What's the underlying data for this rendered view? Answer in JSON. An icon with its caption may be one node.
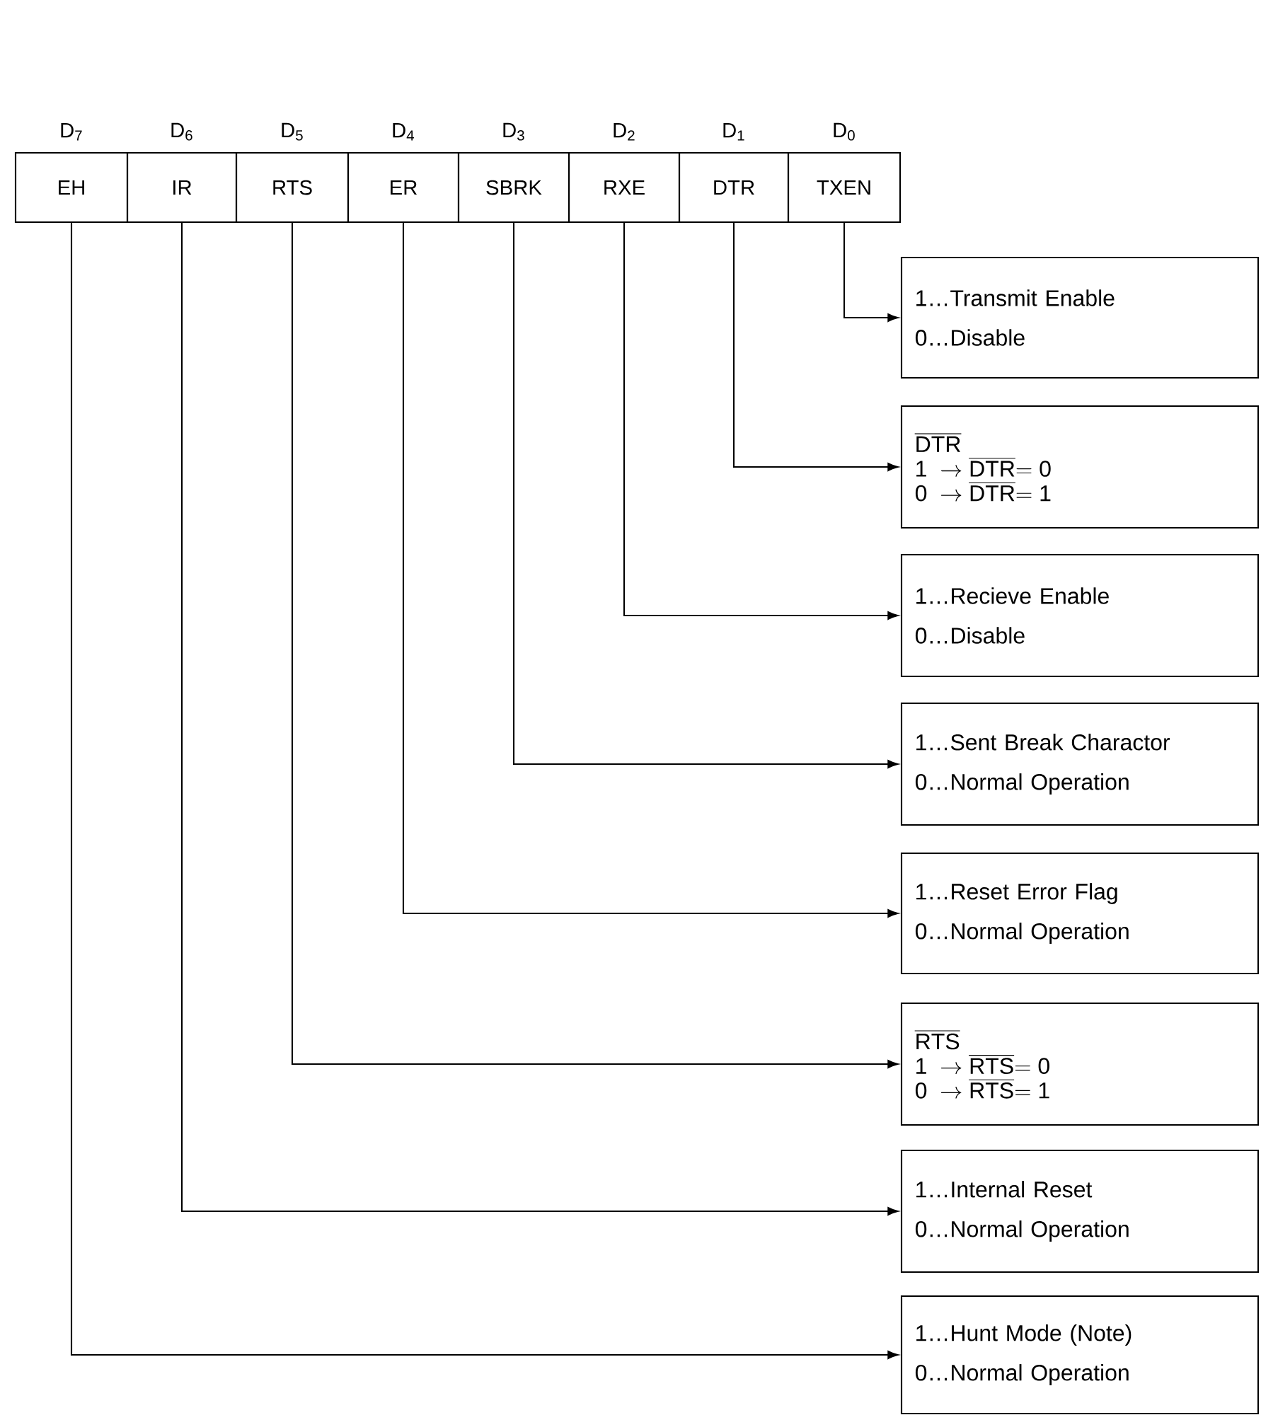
{
  "diagram": {
    "nodes": [
      {
        "text": [
          "EH"
        ],
        "beside": [
          "D$_{7}$"
        ]
      },
      {
        "text": [
          "IR"
        ],
        "beside": [
          "D$_{6}$"
        ]
      },
      {
        "text": [
          "RTS"
        ],
        "beside": [
          "D$_{5}$"
        ]
      },
      {
        "text": [
          "ER"
        ],
        "beside": [
          "D$_{4}$"
        ]
      },
      {
        "text": [
          "SBRK"
        ],
        "beside": [
          "D$_{3}$"
        ]
      },
      {
        "text": [
          "RXE"
        ],
        "beside": [
          "D$_{2}$"
        ]
      },
      {
        "text": [
          "DTR"
        ],
        "beside": [
          "D$_{1}$"
        ]
      },
      {
        "text": [
          "TXEN"
        ],
        "beside": [
          "D$_{0}$"
        ]
      },
      {
        "text": [
          "1…Transmit Enable",
          "0…Disable"
        ]
      },
      {
        "text": [
          "\\overline{\\mathsf{DTR}}",
          "\\mathsf{1} \\;\\rightarrow \\overline{\\mathsf{DTR}} \\mathsf{= 0}",
          "\\mathsf{0} \\;\\rightarrow \\overline{\\mathsf{DTR}} \\mathsf{= 1}"
        ]
      },
      {
        "text": [
          "1…Recieve Enable",
          "0…Disable"
        ]
      },
      {
        "text": [
          "1…Sent Break Charactor",
          "0…Normal Operation"
        ]
      },
      {
        "text": [
          "1…Reset Error Flag",
          "0…Normal Operation"
        ]
      },
      {
        "text": [
          "\\overline{\\mathsf{RTS}}",
          "\\mathsf{1} \\;\\rightarrow \\overline{\\mathsf{RTS}} \\mathsf{= 0}",
          "\\mathsf{0} \\;\\rightarrow \\overline{\\mathsf{RTS}} \\mathsf{= 1}"
        ]
      },
      {
        "text": [
          "1…Internal Reset",
          "0…Normal Operation"
        ]
      },
      {
        "text": [
          "1…Hunt Mode (Note)",
          "0…Normal Operation"
        ]
      }
    ],
    "edges": [
      {
        "from": 7,
        "to": 8,
        "arrow": "to"
      },
      {
        "from": 6,
        "to": 9,
        "arrow": "to"
      },
      {
        "from": 5,
        "to": 10,
        "arrow": "to"
      },
      {
        "from": 4,
        "to": 11,
        "arrow": "to"
      },
      {
        "from": 3,
        "to": 12,
        "arrow": "to"
      },
      {
        "from": 2,
        "to": 13,
        "arrow": "to"
      },
      {
        "from": 1,
        "to": 14,
        "arrow": "to"
      },
      {
        "from": 0,
        "to": 15,
        "arrow": "to"
      }
    ]
  }
}
